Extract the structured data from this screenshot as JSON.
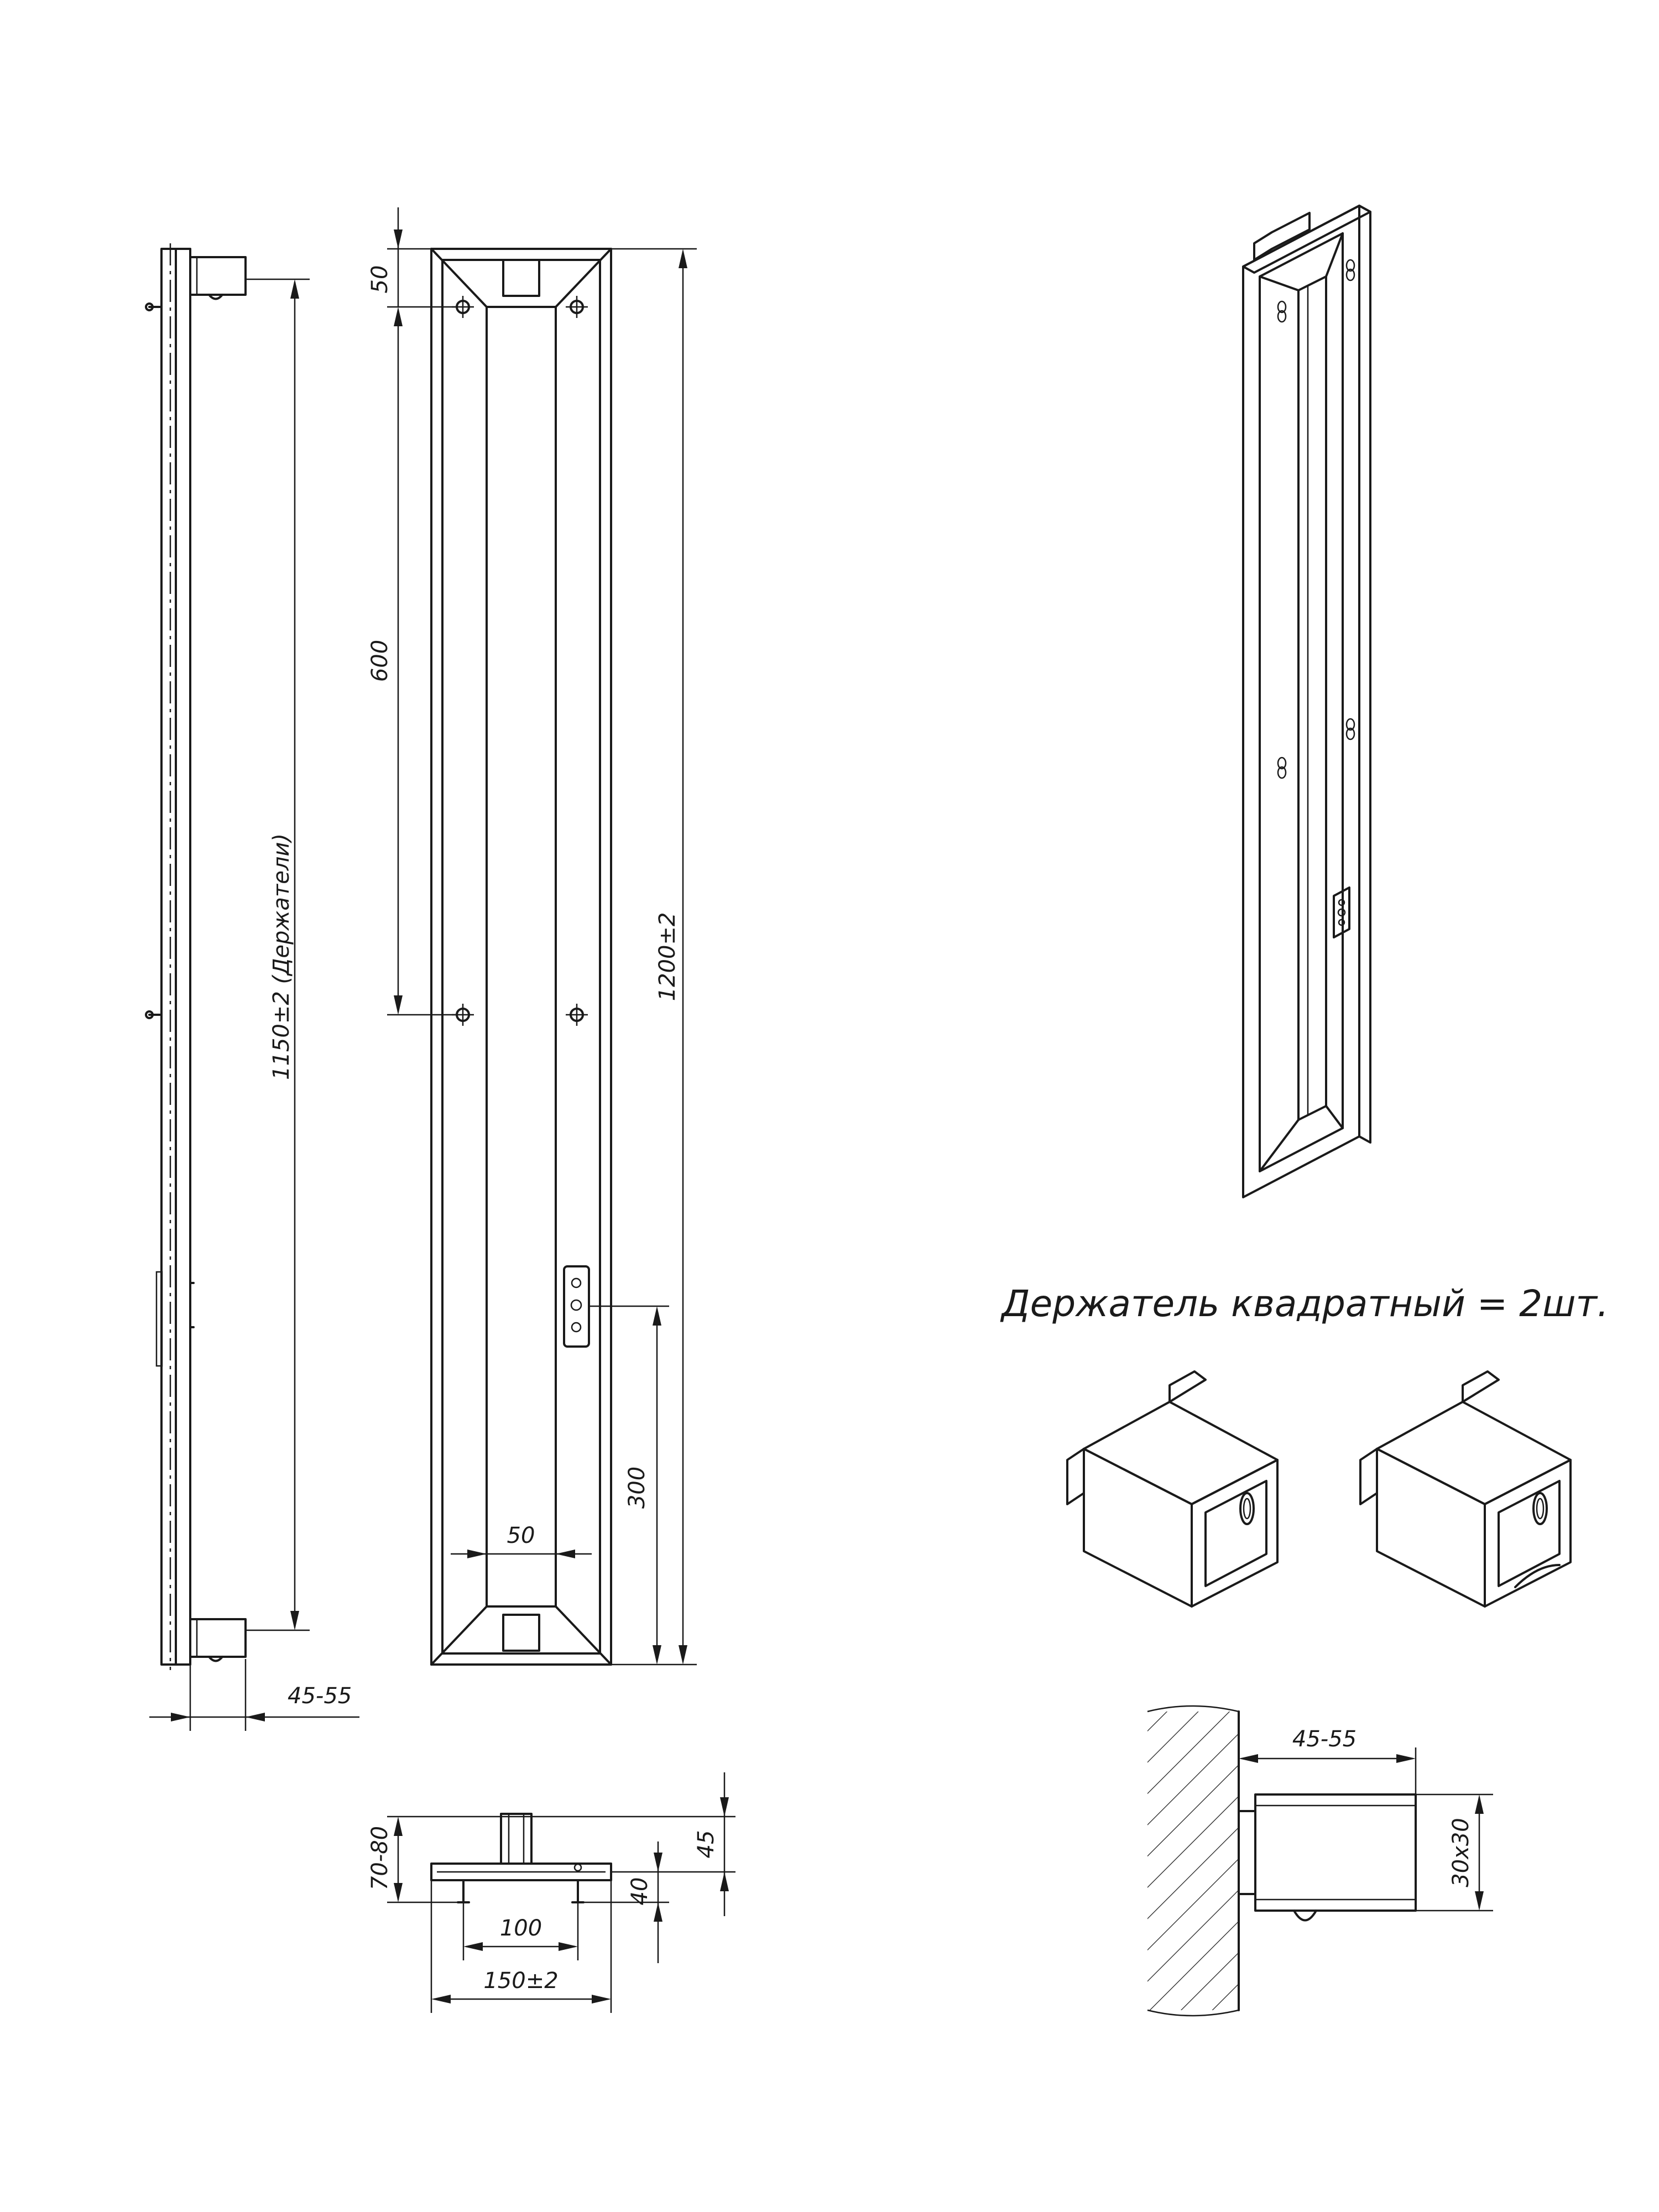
{
  "caption": "Держатель квадратный = 2шт.",
  "dimensions": {
    "holders_spacing": "1150±2 (Держатели)",
    "wall_gap_left": "45-55",
    "top_offset": "50",
    "mount_spacing": "600",
    "total_height": "1200±2",
    "bottom_offset": "300",
    "inner_width": "50",
    "depth_total": "70-80",
    "depth_45": "45",
    "depth_40": "40",
    "mount_width": "100",
    "total_width": "150±2",
    "wall_gap_detail": "45-55",
    "holder_section": "30x30"
  },
  "colors": {
    "ink": "#1a1a1a",
    "background": "#ffffff"
  }
}
